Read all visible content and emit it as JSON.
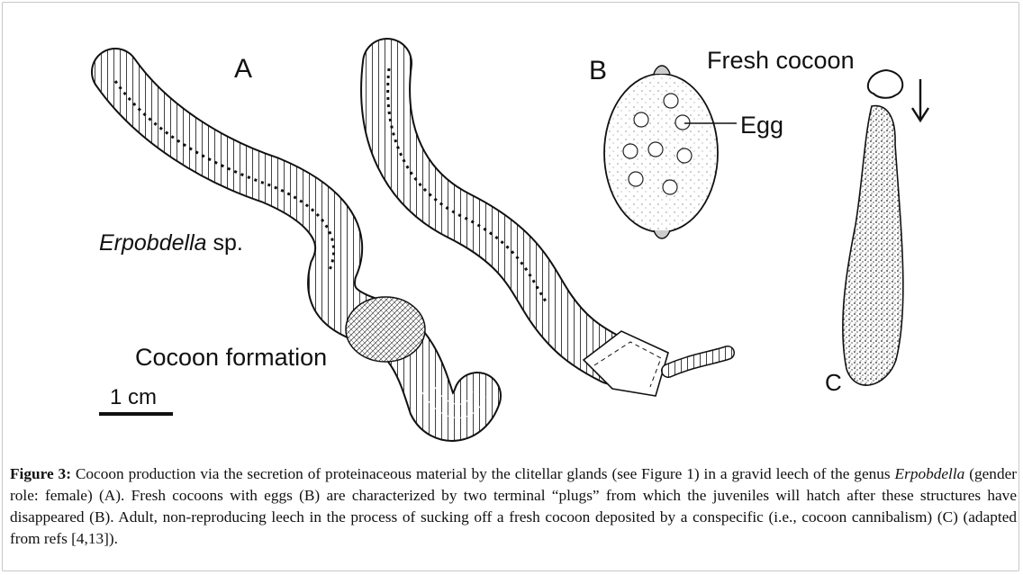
{
  "figure": {
    "panel_a": "A",
    "panel_b": "B",
    "panel_c": "C",
    "fresh_cocoon": "Fresh cocoon",
    "egg": "Egg",
    "genus": "Erpobdella",
    "species_suffix": " sp.",
    "cocoon_formation": "Cocoon formation",
    "scale_bar": "1 cm"
  },
  "caption": {
    "label": "Figure 3:",
    "part1": " Cocoon production via the secretion of proteinaceous material by the clitellar glands (see Figure 1) in a gravid leech of the genus ",
    "genus": "Erpobdella",
    "part2": " (gender role: female) (A). Fresh cocoons with eggs (B) are characterized by two terminal “plugs” from which the juveniles will hatch after these structures have disappeared (B). Adult, non-reproducing leech in the process of sucking off a fresh cocoon deposited by a conspecific (i.e., cocoon cannibalism) (C) (adapted from refs [4,13])."
  }
}
